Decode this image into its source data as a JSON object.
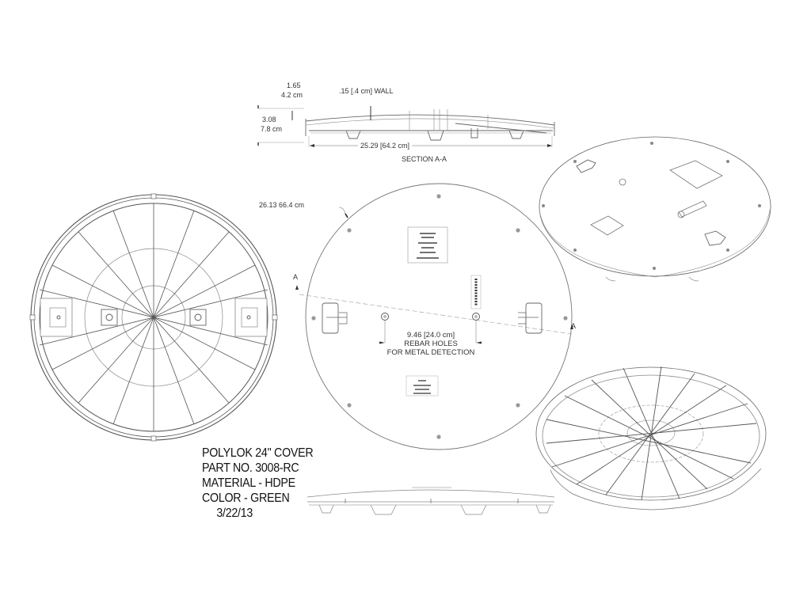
{
  "drawing": {
    "title_block": {
      "product": "POLYLOK 24\" COVER",
      "part_no": "PART NO. 3008-RC",
      "material": "MATERIAL - HDPE",
      "color": "COLOR - GREEN",
      "date": "3/22/13"
    },
    "section_view": {
      "label": "SECTION A-A",
      "rib_height": [
        "1.65",
        "4.2 cm"
      ],
      "wall": ".15 [.4 cm] WALL",
      "overall_height": [
        "3.08",
        "7.8 cm"
      ],
      "width": "25.29 [64.2 cm]"
    },
    "top_view": {
      "diameter": "26.13  66.4 cm",
      "section_marker": "A",
      "rebar_spacing": "9.46 [24.0 cm]",
      "rebar_note_1": "REBAR HOLES",
      "rebar_note_2": "FOR METAL DETECTION"
    },
    "views": [
      "bottom-rib-view",
      "top-plan-view",
      "section-a-a",
      "side-elevation",
      "isometric-top",
      "isometric-bottom"
    ],
    "colors": {
      "line": "#555555",
      "line_light": "#9a9a9a",
      "background": "#ffffff"
    }
  }
}
